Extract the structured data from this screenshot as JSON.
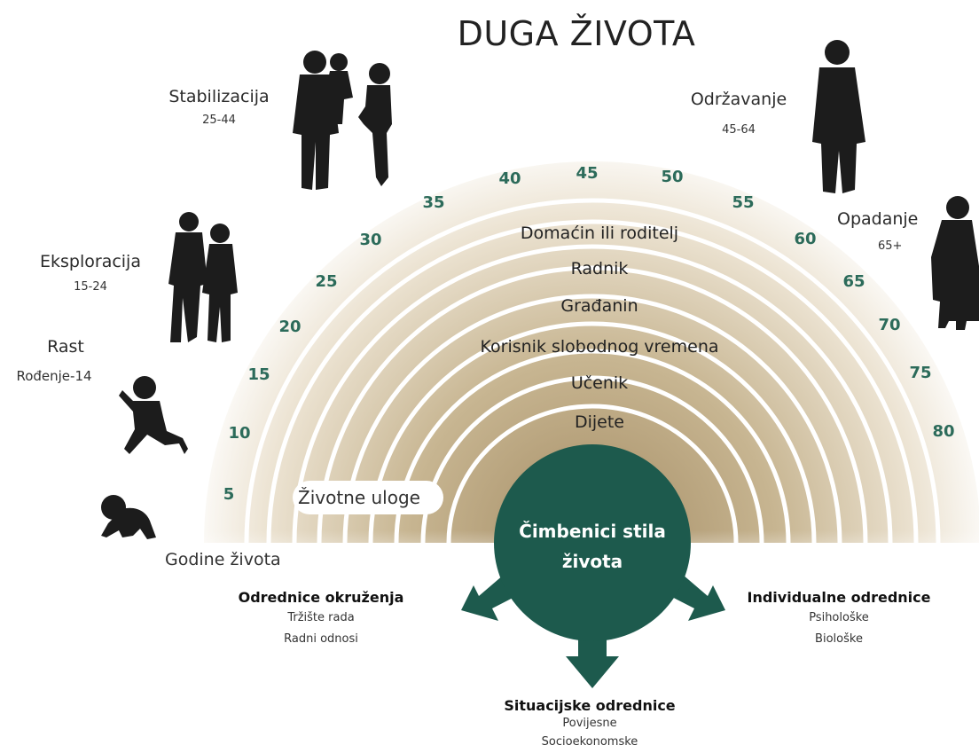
{
  "title": "DUGA ŽIVOTA",
  "life_stages": [
    {
      "name": "Rast",
      "ages": "Rođenje-14"
    },
    {
      "name": "Eksploracija",
      "ages": "15-24"
    },
    {
      "name": "Stabilizacija",
      "ages": "25-44"
    },
    {
      "name": "Održavanje",
      "ages": "45-64"
    },
    {
      "name": "Opadanje",
      "ages": "65+"
    }
  ],
  "age_ticks": [
    "5",
    "10",
    "15",
    "20",
    "25",
    "30",
    "35",
    "40",
    "45",
    "50",
    "55",
    "60",
    "65",
    "70",
    "75",
    "80"
  ],
  "roles": [
    "Domaćin ili roditelj",
    "Radnik",
    "Građanin",
    "Korisnik slobodnog vremena",
    "Učenik",
    "Dijete"
  ],
  "roles_label": "Životne uloge",
  "years_label": "Godine života",
  "center_label": [
    "Čimbenici stila",
    "života"
  ],
  "determinants": {
    "environmental": {
      "title": "Odrednice okruženja",
      "items": [
        "Tržište rada",
        "Radni odnosi"
      ]
    },
    "individual": {
      "title": "Individualne odrednice",
      "items": [
        "Psihološke",
        "Biološke"
      ]
    },
    "situational": {
      "title": "Situacijske odrednice",
      "items": [
        "Povijesne",
        "Socioekonomske"
      ]
    }
  },
  "colors": {
    "accent": "#1d5a4d",
    "tick": "#2c6b5a",
    "arc_fill": "#c9b797",
    "silhouette": "#1c1c1c"
  },
  "icons": [
    "baby-silhouette-icon",
    "toddler-silhouette-icon",
    "couple-silhouette-icon",
    "family-silhouette-icon",
    "man-silhouette-icon",
    "elderly-woman-silhouette-icon",
    "arrow-down-left-icon",
    "arrow-down-icon",
    "arrow-down-right-icon"
  ]
}
